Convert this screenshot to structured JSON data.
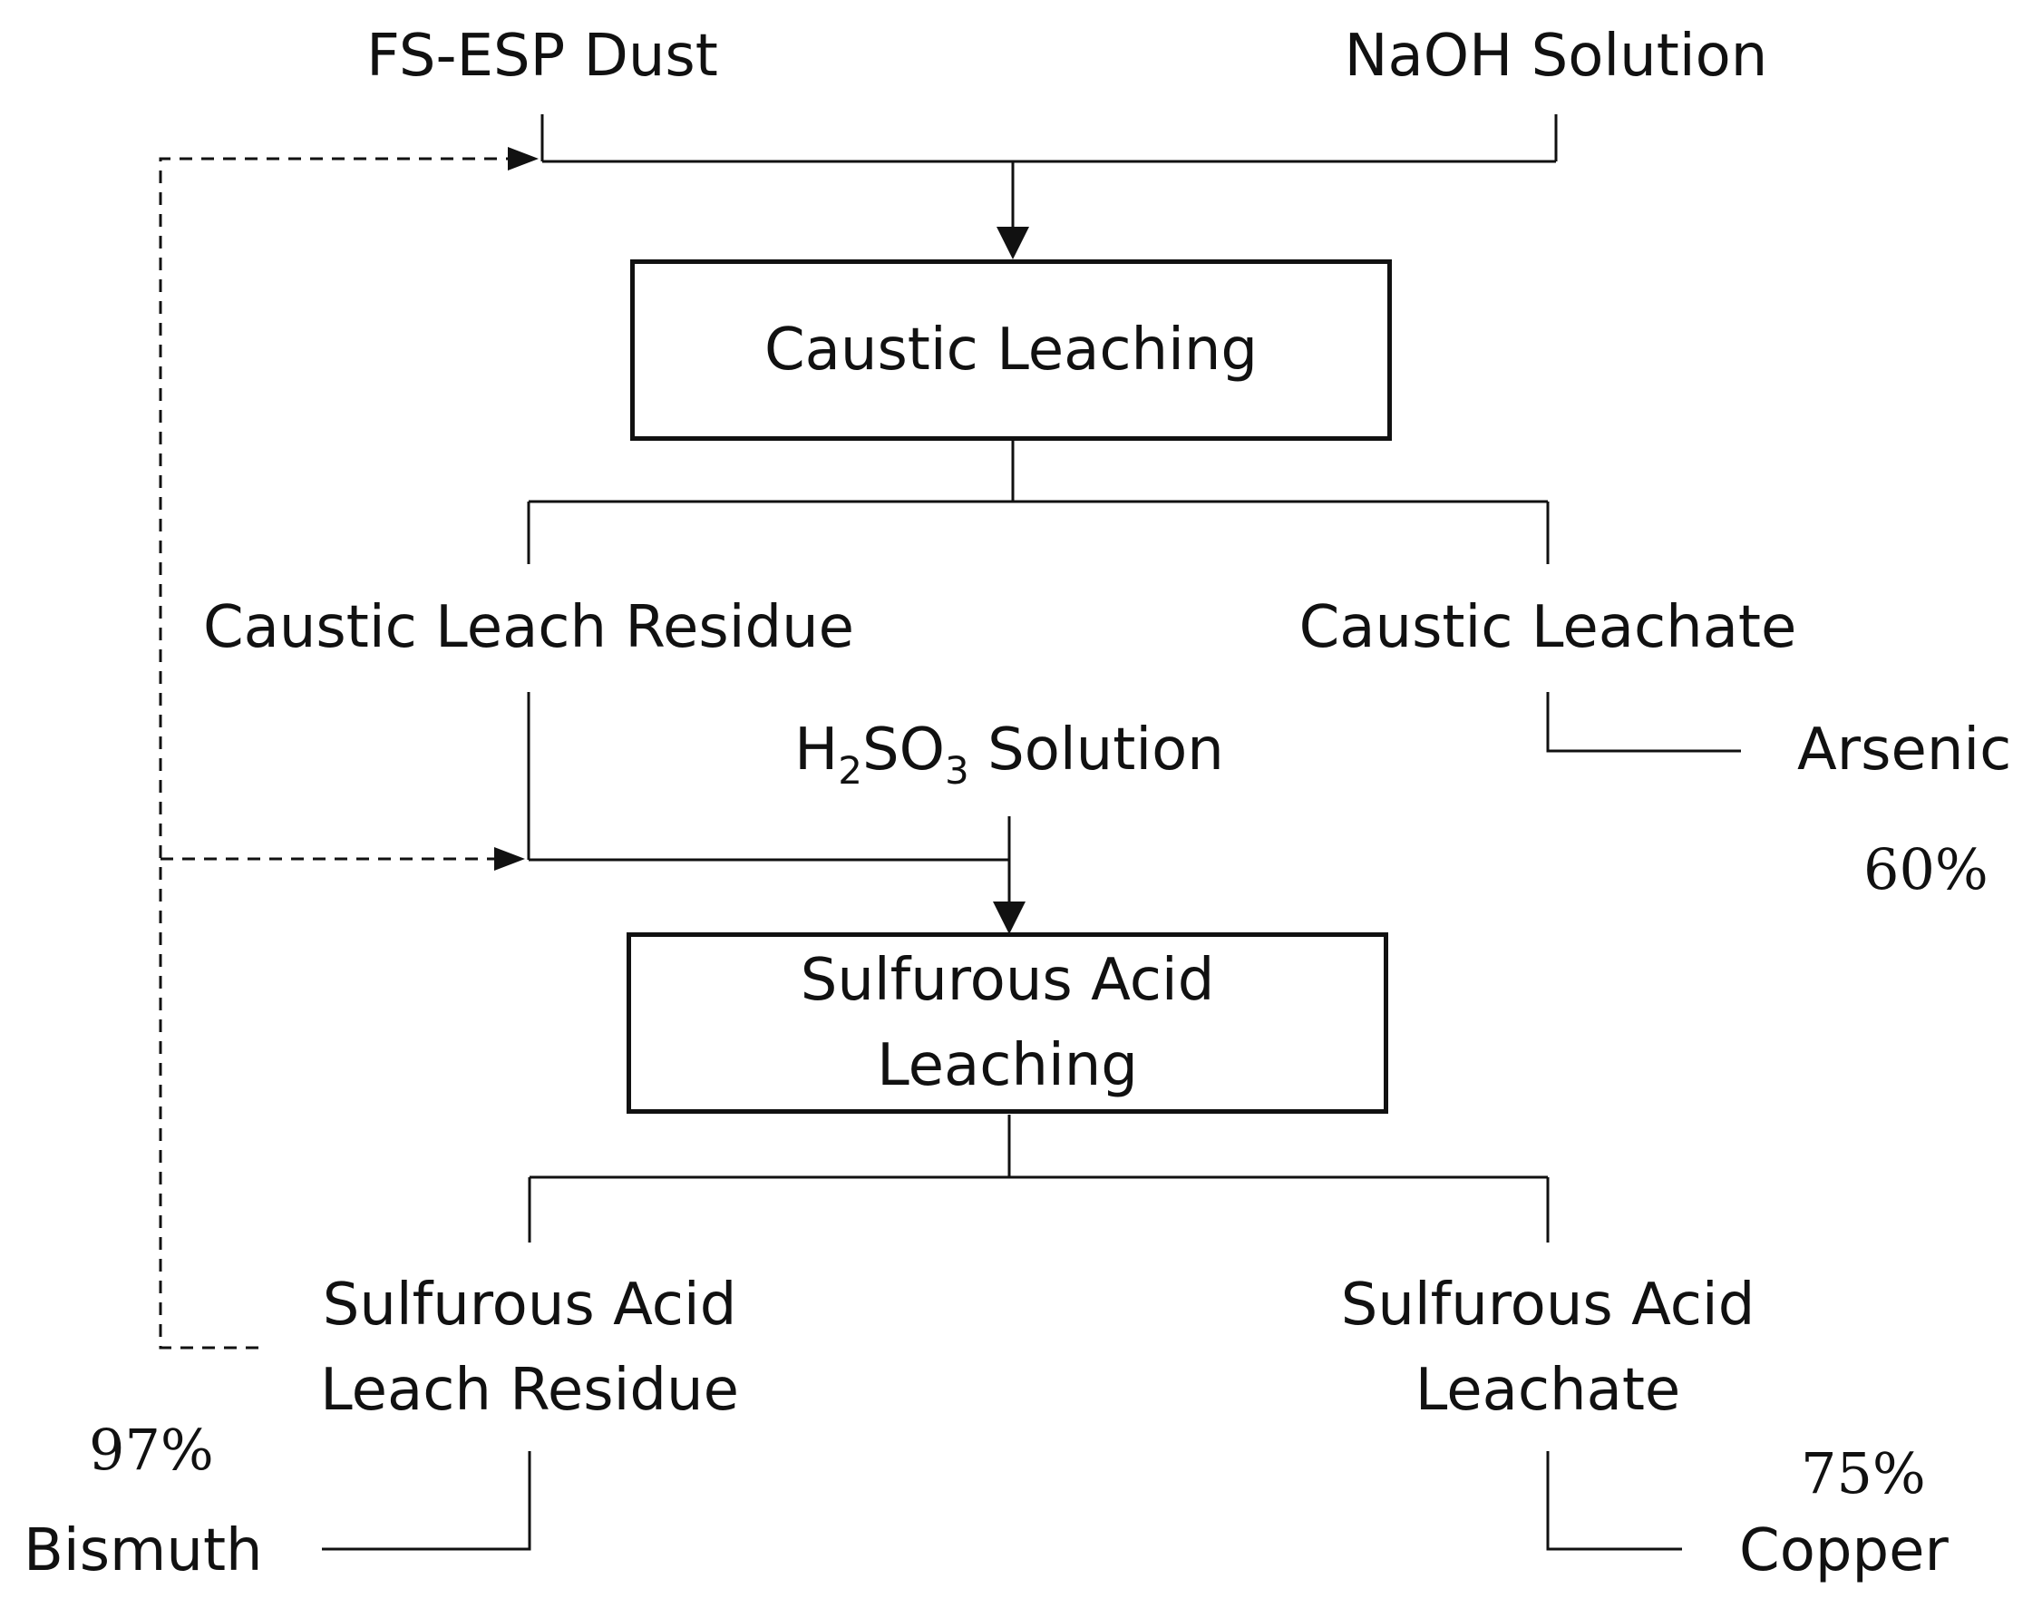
{
  "inputs": {
    "dust": "FS-ESP Dust",
    "naoh": "NaOH Solution",
    "h2so3": {
      "h": "H",
      "sub1": "2",
      "so": "SO",
      "sub2": "3",
      "rest": " Solution"
    }
  },
  "processes": {
    "caustic": "Caustic Leaching",
    "sulfurous_line1": "Sulfurous Acid",
    "sulfurous_line2": "Leaching"
  },
  "products": {
    "caustic_residue": "Caustic Leach Residue",
    "caustic_leachate": "Caustic Leachate",
    "sa_residue_line1": "Sulfurous Acid",
    "sa_residue_line2": "Leach Residue",
    "sa_leachate_line1": "Sulfurous Acid",
    "sa_leachate_line2": "Leachate"
  },
  "recoveries": {
    "arsenic": {
      "element": "Arsenic",
      "percent": "60%"
    },
    "bismuth": {
      "element": "Bismuth",
      "percent": "97%"
    },
    "copper": {
      "element": "Copper",
      "percent": "75%"
    }
  },
  "colors": {
    "stroke": "#111111",
    "background": "#ffffff"
  }
}
